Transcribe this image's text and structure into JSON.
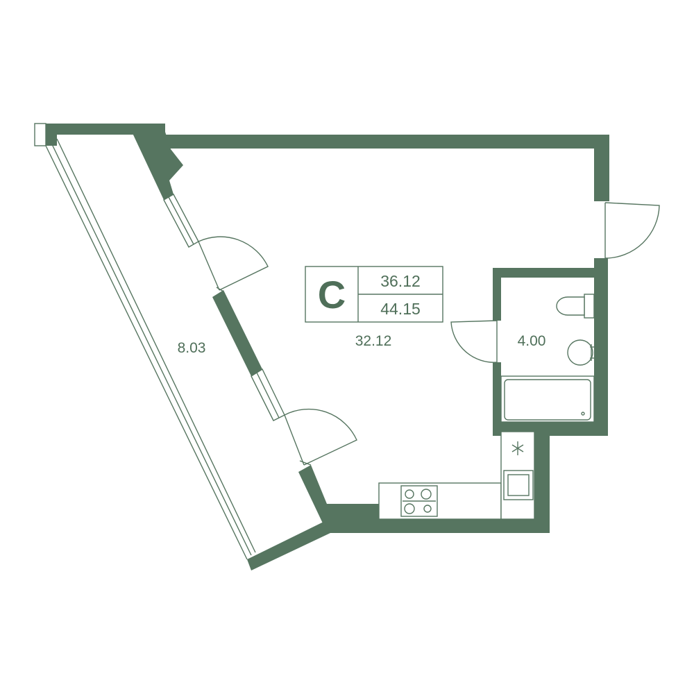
{
  "apartment": {
    "type_letter": "C",
    "living_area": "36.12",
    "total_area": "44.15"
  },
  "rooms": {
    "balcony_area": "8.03",
    "main_room_area": "32.12",
    "bathroom_area": "4.00"
  },
  "colors": {
    "wall": "#567560",
    "text": "#4f6f59",
    "background": "#ffffff"
  },
  "icons": [
    "toilet-icon",
    "sink-icon",
    "bathtub-icon",
    "ventilation-icon",
    "stove-icon",
    "washing-machine-icon",
    "door-swing-icon"
  ]
}
